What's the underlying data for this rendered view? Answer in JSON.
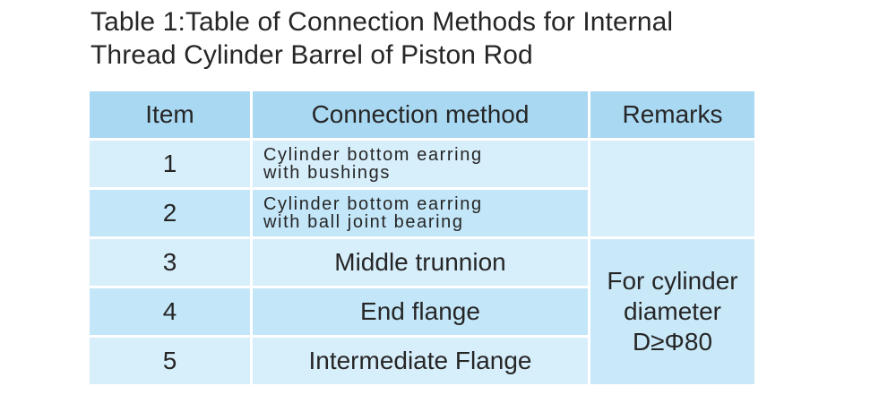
{
  "caption": {
    "line1": "Table 1:Table of Connection Methods for Internal",
    "line2": "Thread Cylinder Barrel of Piston Rod"
  },
  "table": {
    "headers": {
      "item": "Item",
      "method": "Connection method",
      "remarks": "Remarks"
    },
    "rows": [
      {
        "item": "1",
        "method_line1": "Cylinder bottom earring",
        "method_line2": "with bushings"
      },
      {
        "item": "2",
        "method_line1": "Cylinder bottom earring",
        "method_line2": "with ball joint bearing"
      },
      {
        "item": "3",
        "method": "Middle trunnion"
      },
      {
        "item": "4",
        "method": "End flange"
      },
      {
        "item": "5",
        "method": "Intermediate Flange"
      }
    ],
    "remarks": {
      "line1": "For cylinder",
      "line2": "diameter",
      "line3": "D≥Φ80"
    }
  }
}
